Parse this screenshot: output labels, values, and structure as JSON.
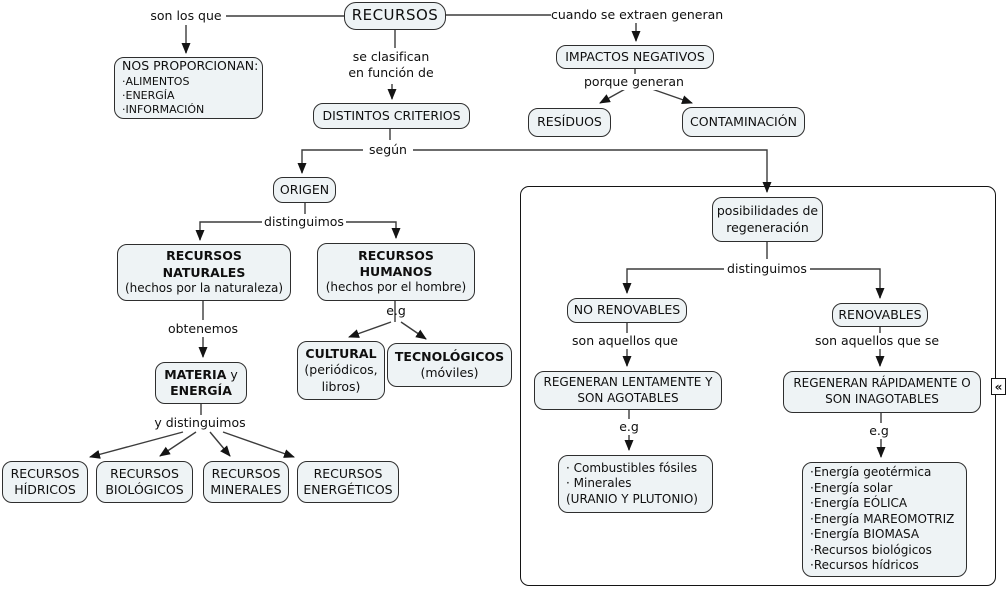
{
  "app": {
    "type": "concept-map",
    "topic": "RECURSOS"
  },
  "colors": {
    "background": "#ffffff",
    "node_fill": "#eef3f5",
    "node_border": "#2e2e2e",
    "line": "#3c3c3c",
    "text": "#0f0f0f"
  },
  "nodes": {
    "recursos": {
      "label": "RECURSOS"
    },
    "nos_proporcionan": {
      "title": "NOS PROPORCIONAN:",
      "items": [
        "·ALIMENTOS",
        "·ENERGÍA",
        "·INFORMACIÓN"
      ]
    },
    "impactos_negativos": {
      "label": "IMPACTOS NEGATIVOS"
    },
    "residuos": {
      "label": "RESÍDUOS"
    },
    "contaminacion": {
      "label": "CONTAMINACIÓN"
    },
    "distintos_criterios": {
      "label": "DISTINTOS CRITERIOS"
    },
    "origen": {
      "label": "ORIGEN"
    },
    "recursos_naturales": {
      "line1": "RECURSOS",
      "line2": "NATURALES",
      "line3": "(hechos por la naturaleza)"
    },
    "recursos_humanos": {
      "line1": "RECURSOS",
      "line2": "HUMANOS",
      "line3": "(hechos por el hombre)"
    },
    "materia_energia": {
      "bold1": "MATERIA",
      "normal1": " y",
      "bold2": "ENERGÍA"
    },
    "cultural": {
      "title": "CULTURAL",
      "line2": "(periódicos,",
      "line3": "libros)"
    },
    "tecnologicos": {
      "title": "TECNOLÓGICOS",
      "line2": "(móviles)"
    },
    "recursos_hidricos": {
      "line1": "RECURSOS",
      "line2": "HÍDRICOS"
    },
    "recursos_biologicos": {
      "line1": "RECURSOS",
      "line2": "BIOLÓGICOS"
    },
    "recursos_minerales": {
      "line1": "RECURSOS",
      "line2": "MINERALES"
    },
    "recursos_energeticos": {
      "line1": "RECURSOS",
      "line2": "ENERGÉTICOS"
    },
    "posibilidades_regeneracion": {
      "line1": "posibilidades de",
      "line2": "regeneración"
    },
    "no_renovables": {
      "label": "NO RENOVABLES"
    },
    "renovables": {
      "label": "RENOVABLES"
    },
    "regeneran_lentamente": {
      "line1": "REGENERAN LENTAMENTE Y",
      "line2": "SON AGOTABLES"
    },
    "regeneran_rapidamente": {
      "line1": "REGENERAN RÁPIDAMENTE O",
      "line2": "SON INAGOTABLES"
    },
    "ejemplos_no_renovables": {
      "items": [
        "· Combustibles fósiles",
        "· Minerales",
        "(URANIO Y PLUTONIO)"
      ]
    },
    "ejemplos_renovables": {
      "items": [
        "·Energía geotérmica",
        "·Energía solar",
        "·Energía EÓLICA",
        "·Energía MAREOMOTRIZ",
        "·Energía BIOMASA",
        "·Recursos biológicos",
        "·Recursos hídricos"
      ]
    }
  },
  "links": {
    "son_los_que": "son los que",
    "cuando_se_extraen_generan": "cuando se extraen generan",
    "se_clasifican_line1": "se clasifican",
    "se_clasifican_line2": "en función de",
    "porque_generan": "porque generan",
    "segun": "según",
    "distinguimos_origen": "distinguimos",
    "obtenemos": "obtenemos",
    "y_distinguimos": "y distinguimos",
    "eg_humanos": "e.g",
    "distinguimos_regeneracion": "distinguimos",
    "son_aquellos_que": "son aquellos que",
    "son_aquellos_que_se": "son aquellos que se",
    "eg_no_renovables": "e.g",
    "eg_renovables": "e.g"
  },
  "icons": {
    "collapse": "«"
  }
}
